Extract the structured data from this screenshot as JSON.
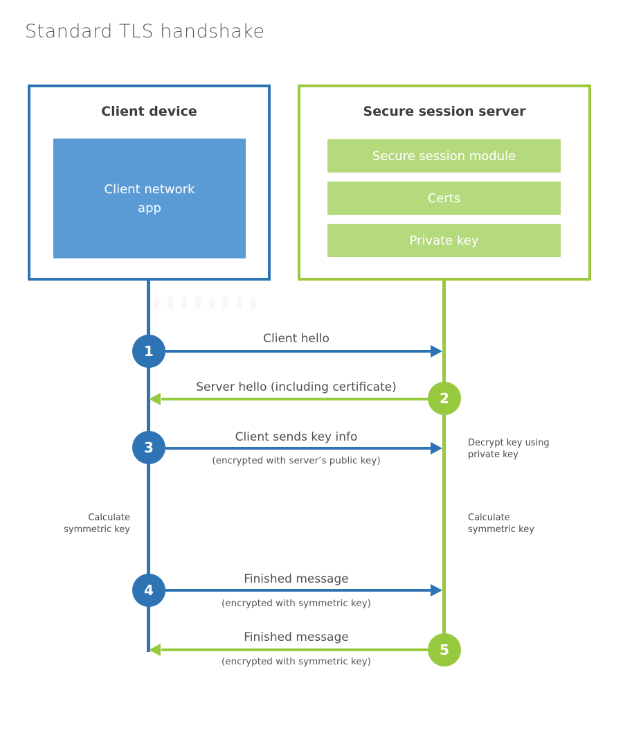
{
  "title": "Standard TLS handshake",
  "colors": {
    "blue": "#2e74b5",
    "blue_fill": "#5b9bd5",
    "green": "#97c93e",
    "green_border": "#9cc83f",
    "green_fill": "#b5d97d",
    "text_dark": "#3d3d3d",
    "text_gray": "#4f4f4f"
  },
  "client": {
    "title": "Client device",
    "app": "Client network app"
  },
  "server": {
    "title": "Secure session server",
    "modules": [
      "Secure session module",
      "Certs",
      "Private key"
    ]
  },
  "messages": [
    {
      "step": "1",
      "label": "Client hello",
      "sub": "",
      "direction": "client-to-server"
    },
    {
      "step": "2",
      "label": "Server hello (including certificate)",
      "sub": "",
      "direction": "server-to-client"
    },
    {
      "step": "3",
      "label": "Client sends key info",
      "sub": "(encrypted with server’s public key)",
      "direction": "client-to-server"
    },
    {
      "step": "4",
      "label": "Finished message",
      "sub": "(encrypted with symmetric key)",
      "direction": "client-to-server"
    },
    {
      "step": "5",
      "label": "Finished message",
      "sub": "(encrypted with symmetric key)",
      "direction": "server-to-client"
    }
  ],
  "annotations": {
    "decrypt_key": "Decrypt key using private key",
    "calculate_left": "Calculate symmetric key",
    "calculate_right": "Calculate symmetric key"
  }
}
